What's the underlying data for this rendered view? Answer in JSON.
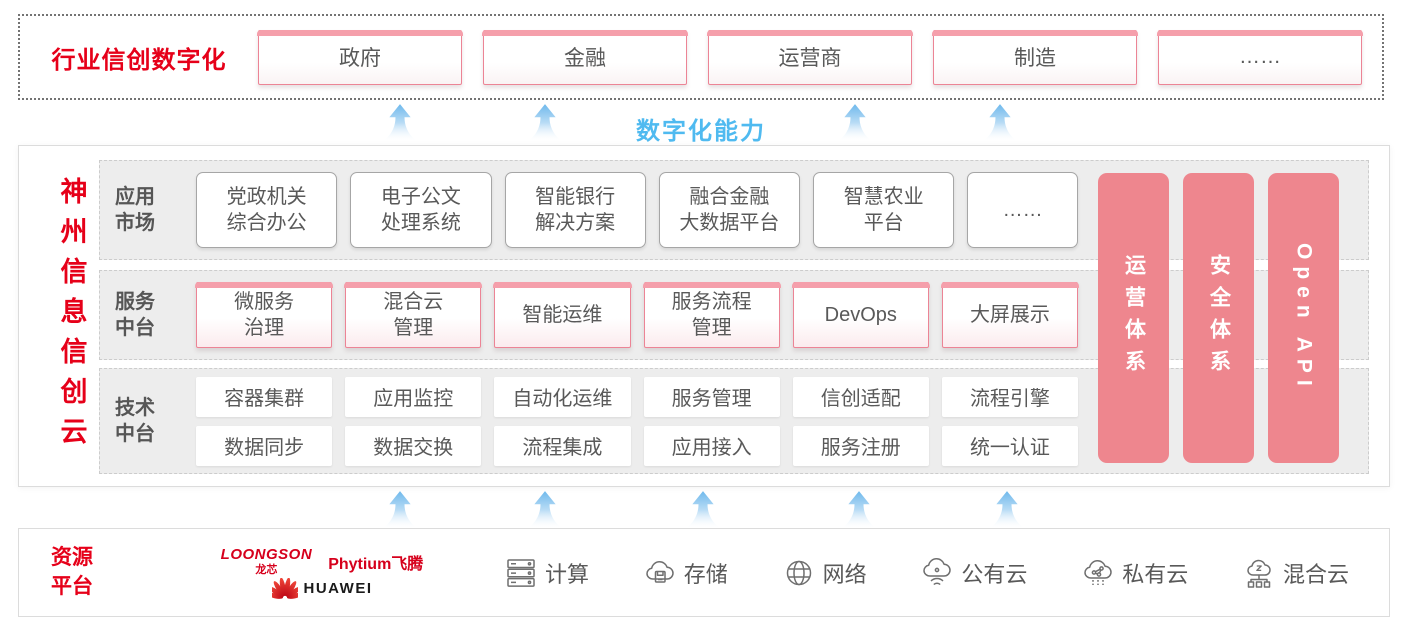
{
  "colors": {
    "brand_red": "#e60019",
    "pillar_pink": "#ee868e",
    "capability_blue": "#4fbaf0"
  },
  "industry_band": {
    "title": "行业信创数字化",
    "sectors": [
      "政府",
      "金融",
      "运营商",
      "制造",
      "……"
    ]
  },
  "capability_label": "数字化能力",
  "cloud": {
    "title": "神州信息信创云",
    "rows": [
      {
        "label": "应用\n市场",
        "items": [
          "党政机关\n综合办公",
          "电子公文\n处理系统",
          "智能银行\n解决方案",
          "融合金融\n大数据平台",
          "智慧农业\n平台",
          "……"
        ]
      },
      {
        "label": "服务\n中台",
        "items": [
          "微服务\n治理",
          "混合云\n管理",
          "智能运维",
          "服务流程\n管理",
          "DevOps",
          "大屏展示"
        ]
      },
      {
        "label": "技术\n中台",
        "items_row1": [
          "容器集群",
          "应用监控",
          "自动化运维",
          "服务管理",
          "信创适配",
          "流程引擎"
        ],
        "items_row2": [
          "数据同步",
          "数据交换",
          "流程集成",
          "应用接入",
          "服务注册",
          "统一认证"
        ]
      }
    ],
    "pillars": [
      "运营体系",
      "安全体系",
      "Open API"
    ]
  },
  "resources": {
    "label": "资源\n平台",
    "vendors": {
      "loongson_en": "LOONGSON",
      "loongson_cn": "龙芯",
      "phytium": "Phytium飞腾",
      "huawei": "HUAWEI"
    },
    "items": [
      {
        "icon": "compute-icon",
        "label": "计算"
      },
      {
        "icon": "storage-icon",
        "label": "存储"
      },
      {
        "icon": "network-icon",
        "label": "网络"
      },
      {
        "icon": "public-cloud-icon",
        "label": "公有云"
      },
      {
        "icon": "private-cloud-icon",
        "label": "私有云"
      },
      {
        "icon": "hybrid-cloud-icon",
        "label": "混合云"
      }
    ]
  }
}
